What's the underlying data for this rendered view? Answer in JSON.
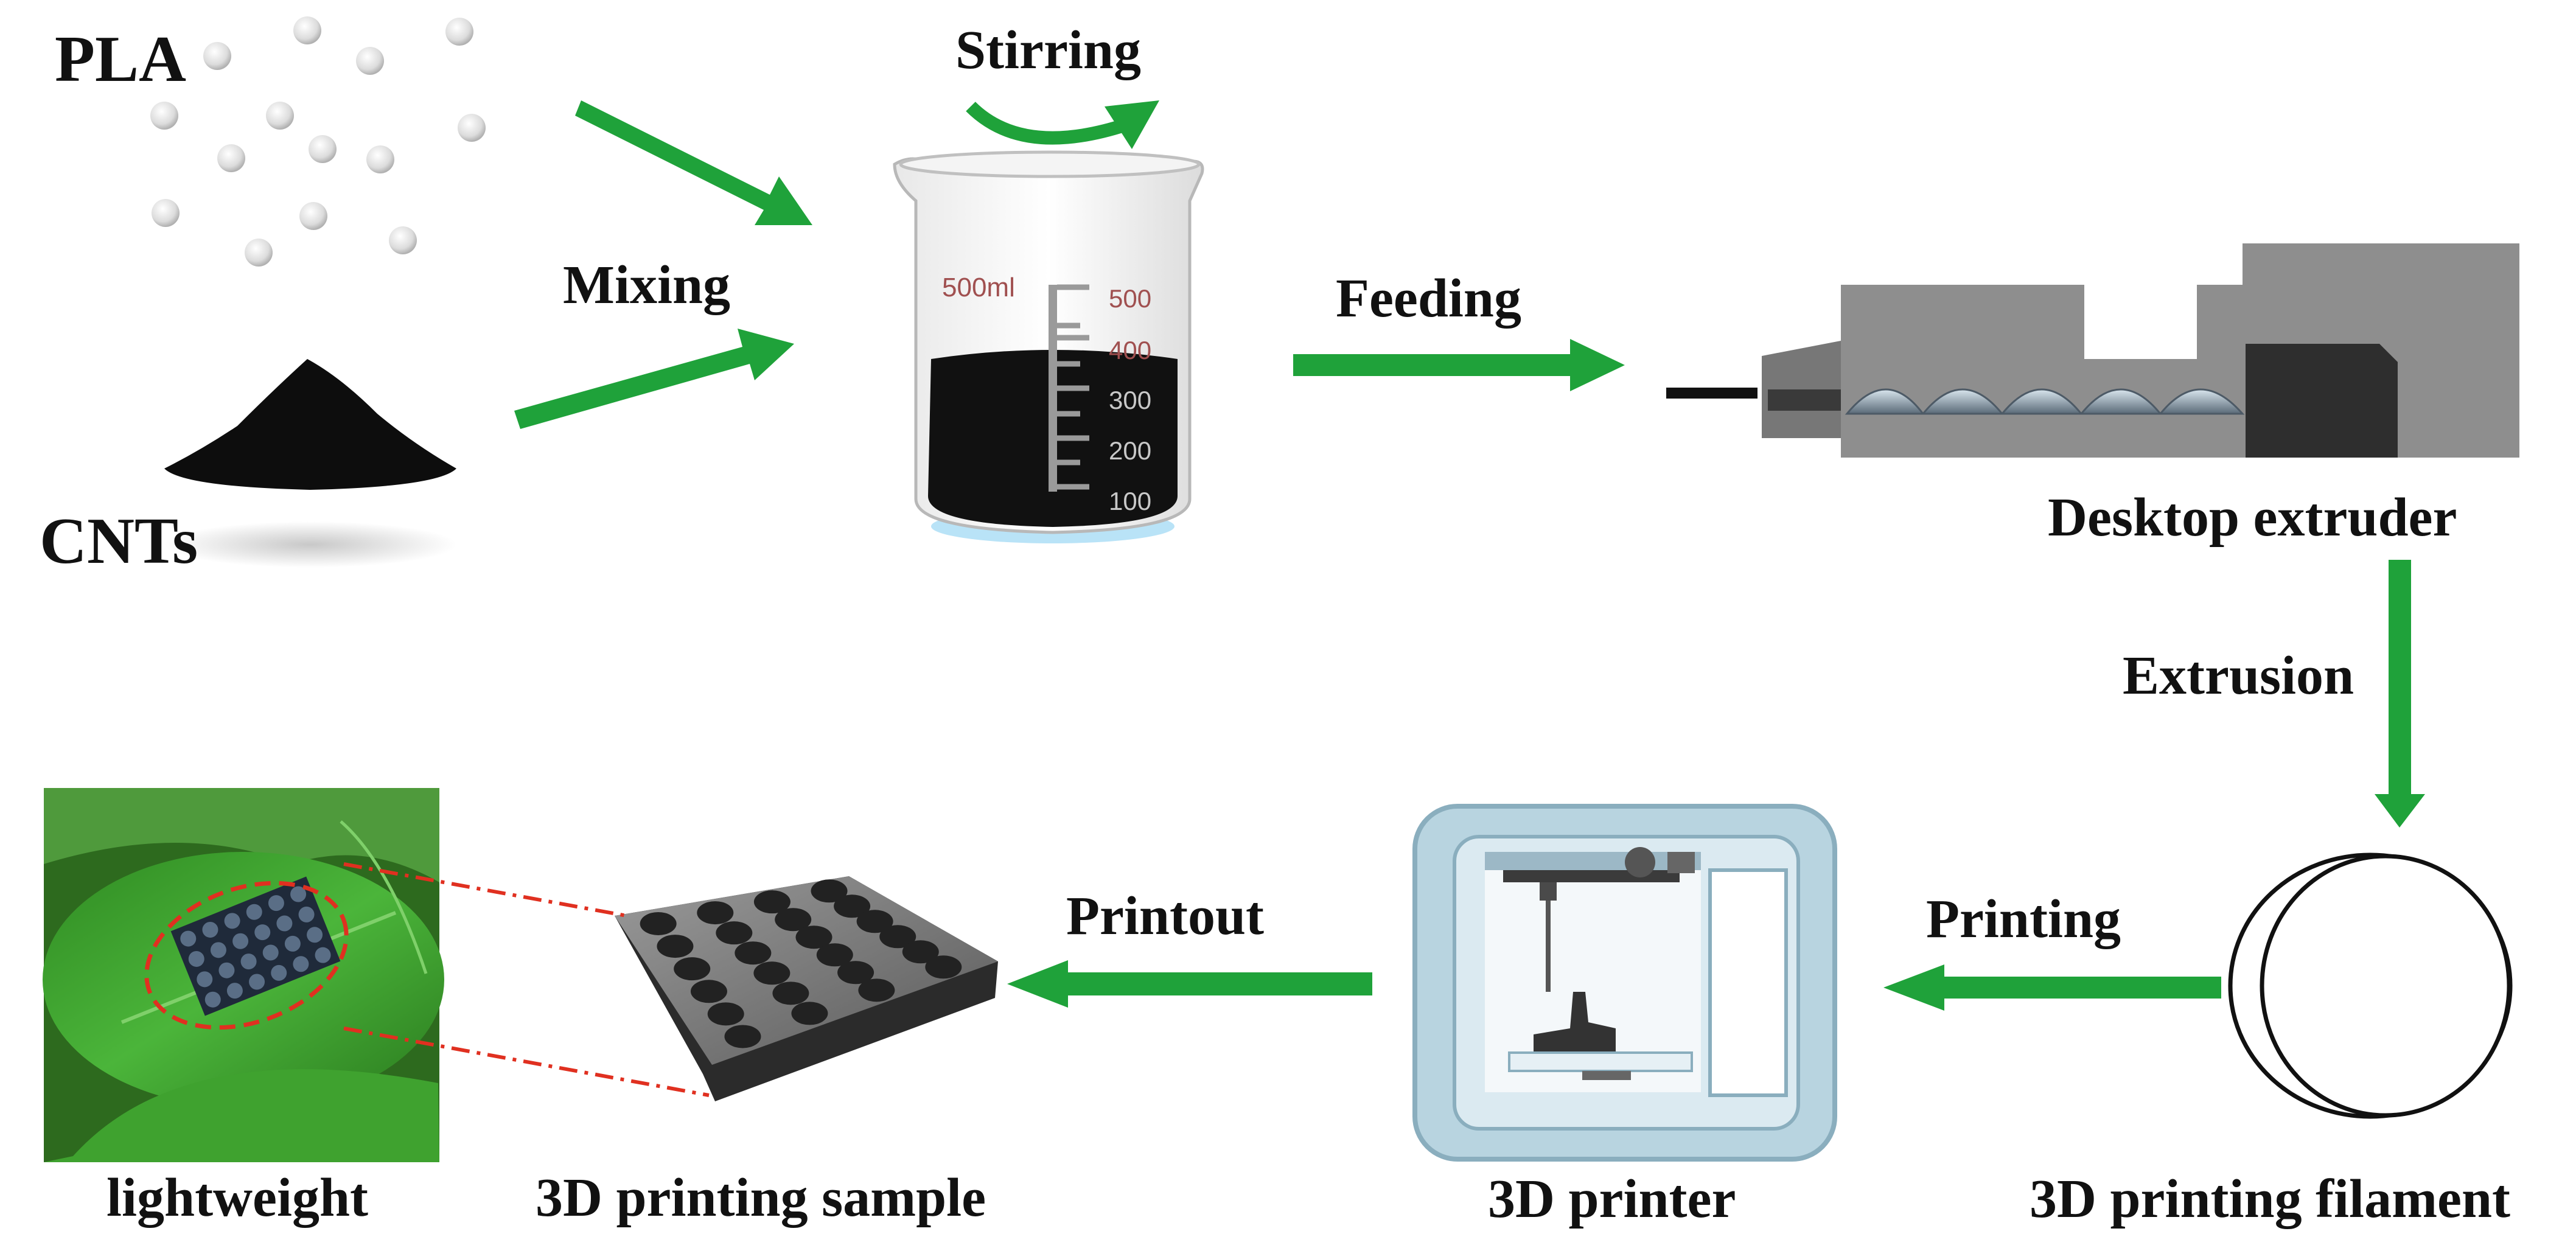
{
  "colors": {
    "arrow": "#1fa23a",
    "arrow_dark": "#168a2d",
    "text": "#111111",
    "liquid": "#111111",
    "extruder": "#8e8e8e",
    "extruder_dark": "#2e2e2e",
    "leaf": "#3a9a2a",
    "dash": "#e03020",
    "printer": "#b8d4e0"
  },
  "labels": {
    "pla": "PLA",
    "cnts": "CNTs",
    "mixing": "Mixing",
    "stirring": "Stirring",
    "feeding": "Feeding",
    "desktop_extruder": "Desktop extruder",
    "extrusion": "Extrusion",
    "filament": "3D printing filament",
    "printing": "Printing",
    "printer": "3D printer",
    "printout": "Printout",
    "sample": "3D printing sample",
    "lightweight": "lightweight"
  },
  "beaker": {
    "capacity": "500ml",
    "ticks": [
      "500",
      "400",
      "300",
      "200",
      "100"
    ]
  },
  "icons": {
    "pla_pellets": "pellet-icon",
    "cnt_powder": "powder-pile-icon",
    "beaker": "beaker-icon",
    "extruder": "extruder-icon",
    "filament": "filament-spool-icon",
    "printer": "3d-printer-icon",
    "sample": "perforated-sample-icon",
    "photo": "leaf-photo"
  }
}
